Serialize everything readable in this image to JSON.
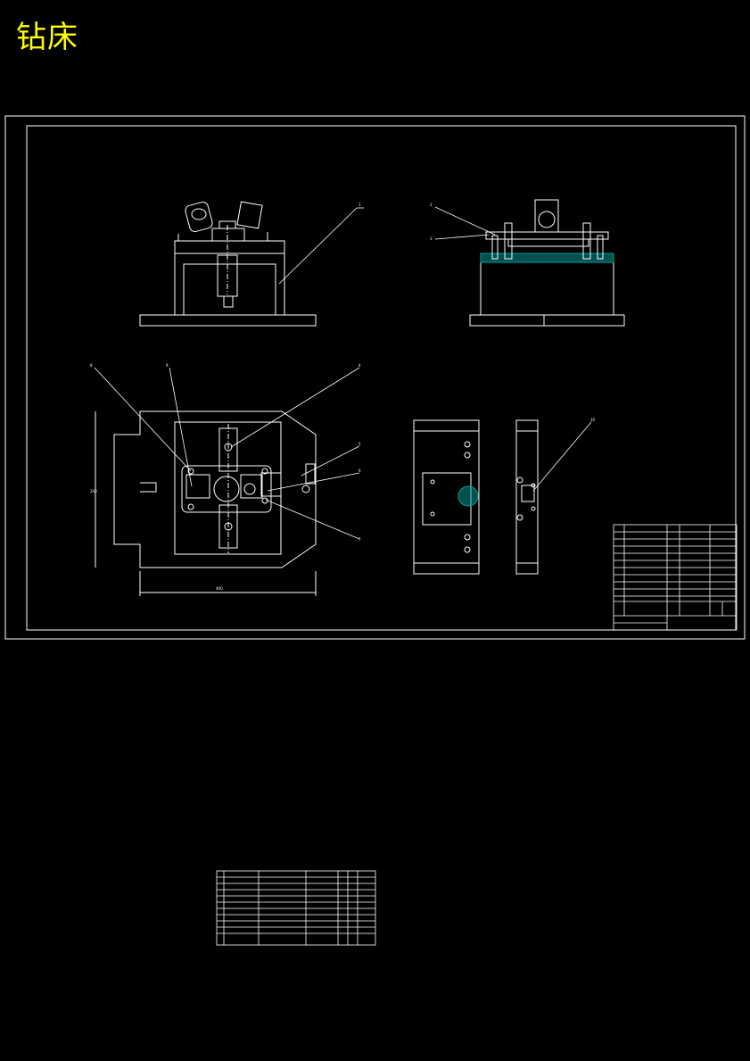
{
  "page": {
    "title": "钻床"
  },
  "colors": {
    "background": "#000000",
    "line": "#ffffff",
    "title": "#ffff00",
    "table_text": "#00ff00",
    "hatch": "#00a0a0"
  },
  "callouts": [
    "1",
    "2",
    "3",
    "8",
    "9",
    "4",
    "5",
    "6",
    "7",
    "10"
  ],
  "dimensions": {
    "bottom_width": "400",
    "left_height": "240"
  }
}
